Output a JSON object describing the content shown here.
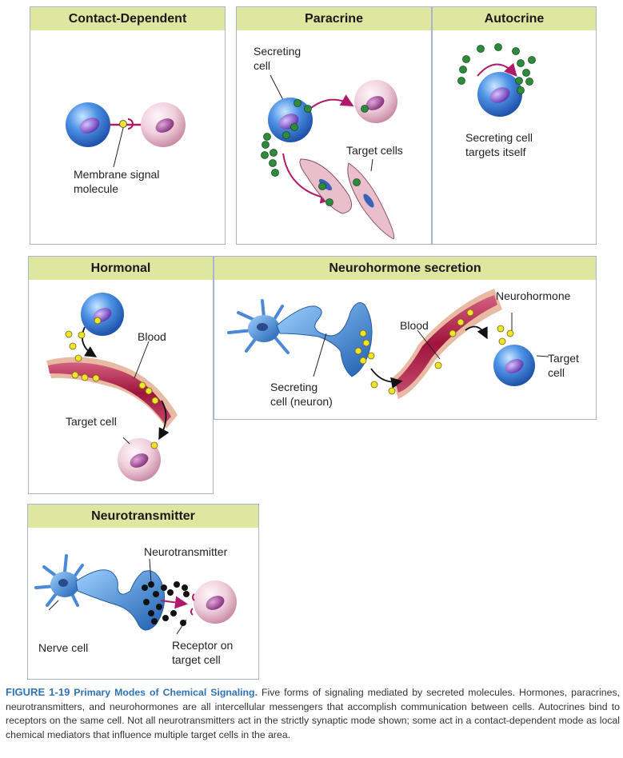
{
  "panels": {
    "contact": {
      "title": "Contact-Dependent",
      "label_signal": [
        "Membrane signal",
        "molecule"
      ]
    },
    "paracrine": {
      "title": "Paracrine",
      "label_secreting": [
        "Secreting",
        "cell"
      ],
      "label_targets": "Target cells"
    },
    "autocrine": {
      "title": "Autocrine",
      "label_text": [
        "Secreting cell",
        "targets itself"
      ]
    },
    "hormonal": {
      "title": "Hormonal",
      "label_blood": "Blood",
      "label_target": "Target cell"
    },
    "neurohormone": {
      "title": "Neurohormone secretion",
      "label_blood": "Blood",
      "label_neurohormone": "Neurohormone",
      "label_target": [
        "Target",
        "cell"
      ],
      "label_secreting": [
        "Secreting",
        "cell (neuron)"
      ]
    },
    "neurotransmitter": {
      "title": "Neurotransmitter",
      "label_nt": "Neurotransmitter",
      "label_nerve": "Nerve cell",
      "label_receptor": [
        "Receptor on",
        "target cell"
      ]
    }
  },
  "caption": {
    "figure": "FIGURE 1-19",
    "title": "Primary Modes of Chemical Signaling.",
    "text": "Five forms of signaling mediated by secreted molecules. Hormones, paracrines, neurotransmitters, and neurohormones are all intercellular messengers that accomplish communication between cells. Autocrines bind to receptors on the same cell. Not all neurotransmitters act in the strictly synaptic mode shown; some act in a contact-dependent mode as local chemical mediators that influence multiple target cells in the area."
  },
  "colors": {
    "header": "#dfe6a0",
    "border": "#a9b3cf",
    "blue_cell": "#2d6fd0",
    "pink_cell": "#e8c5d6",
    "vessel": "#a3173f",
    "green_dot": "#2e8b3d",
    "yellow_dot": "#f1e32a",
    "arrow_magenta": "#b0196a",
    "caption_blue": "#2f73b5"
  }
}
